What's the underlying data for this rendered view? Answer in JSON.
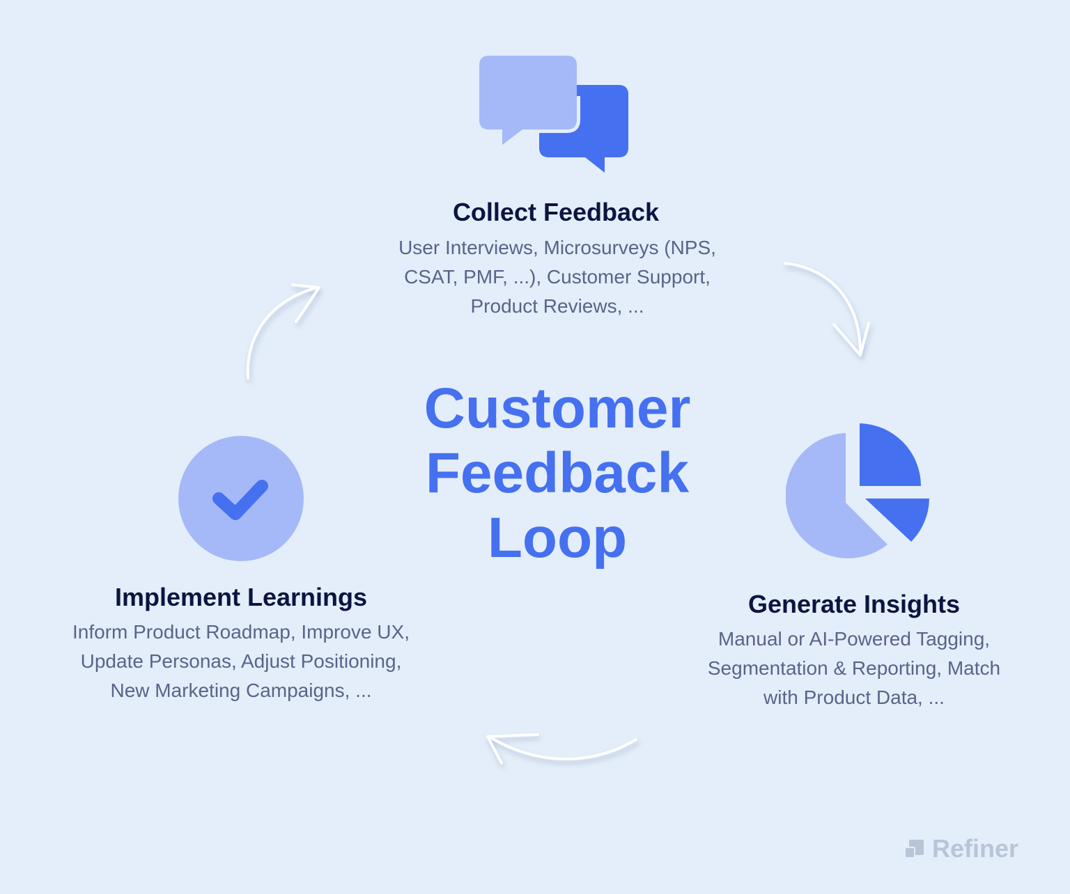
{
  "title": {
    "lines": [
      "Customer",
      "Feedback",
      "Loop"
    ]
  },
  "stages": [
    {
      "title": "Collect Feedback",
      "icon": "chat-bubbles-icon",
      "description": [
        "User Interviews, Microsurveys (NPS,",
        "CSAT, PMF, ...), Customer Support,",
        "Product Reviews, ..."
      ]
    },
    {
      "title": "Generate Insights",
      "icon": "pie-chart-icon",
      "description": [
        "Manual or AI-Powered Tagging,",
        "Segmentation & Reporting, Match",
        "with Product Data, ..."
      ]
    },
    {
      "title": "Implement Learnings",
      "icon": "check-circle-icon",
      "description": [
        "Inform Product Roadmap, Improve UX,",
        "Update Personas, Adjust Positioning,",
        "New Marketing Campaigns, ..."
      ]
    }
  ],
  "brand": {
    "name": "Refiner"
  },
  "colors": {
    "background": "#e4eefa",
    "accent": "#4570f0",
    "accent_light": "#a5b9f8",
    "heading": "#0d1440",
    "body": "#5a6388"
  }
}
